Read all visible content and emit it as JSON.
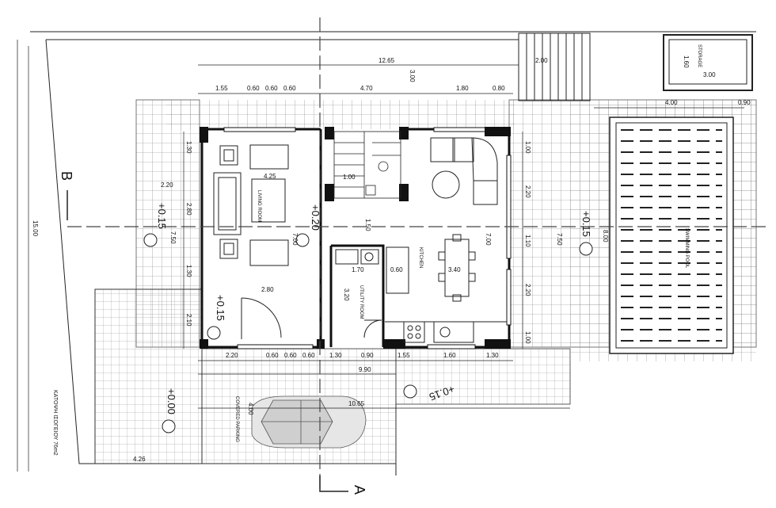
{
  "drawing": {
    "title": "ΚΑΤΟΨΗ ΙΣΟΓΕΙΟΥ 76m2",
    "sections": {
      "a": "A",
      "b": "B"
    }
  },
  "rooms": {
    "living": "LIVING ROOM",
    "kitchen": "KITCHEN",
    "utility": "UTILITY ROOM",
    "storage": "STORAGE",
    "pool": "SWIMMING POOL",
    "parking": "COVERED PARKING"
  },
  "levels": {
    "living": "+0.20",
    "west": "+0.15",
    "east": "+0.15",
    "entrance": "+0.15",
    "front": "+0.15",
    "parking": "+0.00"
  },
  "dims": {
    "top_total": "12.65",
    "top_left_1": "1.55",
    "top_left_2": "0.60",
    "top_left_3": "0.60",
    "top_left_4": "0.60",
    "top_mid": "4.70",
    "top_right_1": "1.80",
    "top_right_2": "0.80",
    "stair_vertical": "3.00",
    "top_shed": "2.00",
    "storage_w": "3.00",
    "storage_h": "1.60",
    "pool_w": "4.00",
    "pool_gap": "0.90",
    "pool_h": "8.00",
    "plot_depth": "15.00",
    "left_top": "1.30",
    "left_2": "2.20",
    "left_3": "2.80",
    "left_total": "7.50",
    "left_4": "1.30",
    "left_5": "2.10",
    "living_w": "4.25",
    "living_h": "7.00",
    "stair_w": "1.00",
    "corridor": "1.50",
    "entry_w": "2.80",
    "utility_h": "3.20",
    "utility_w": "1.70",
    "counter": "0.60",
    "kitchen_w": "3.40",
    "kitchen_h": "7.00",
    "right_1": "1.00",
    "right_2": "2.20",
    "right_3": "1.10",
    "right_total": "7.50",
    "right_4": "2.20",
    "right_5": "1.00",
    "bot_1": "2.20",
    "bot_2": "0.60",
    "bot_3": "0.60",
    "bot_4": "0.60",
    "bot_5": "1.30",
    "bot_6": "0.90",
    "bot_7": "1.55",
    "bot_8": "1.60",
    "bot_9": "1.30",
    "bot_total": "9.90",
    "parking_w": "10.65",
    "parking_h": "4.00",
    "left_strip": "4.26"
  }
}
